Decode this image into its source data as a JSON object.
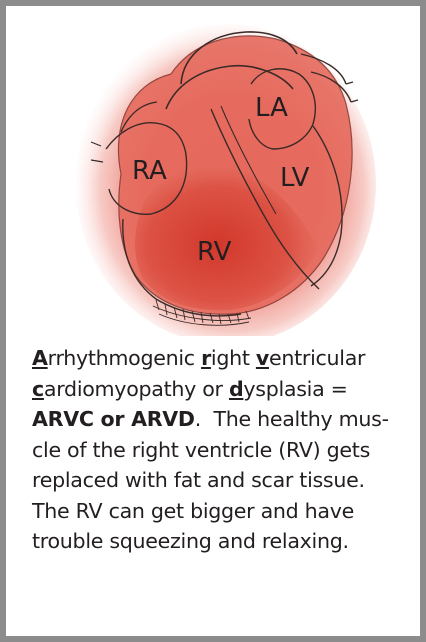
{
  "heart_labels": {
    "la": "LA",
    "ra": "RA",
    "lv": "LV",
    "rv": "RV"
  },
  "caption": {
    "line1": {
      "a_letter": "A",
      "a_rest": "rrhythmogenic ",
      "r_letter": "r",
      "r_rest": "ight ",
      "v_letter": "v",
      "v_rest": "entricular"
    },
    "line2": {
      "c_letter": "c",
      "c_rest": "ardiomyopathy or ",
      "d_letter": "d",
      "d_rest": "ysplasia ="
    },
    "line3": {
      "acronym": "ARVC or ARVD",
      "rest": ".  The healthy mus-"
    },
    "line4": "cle of the right ventricle (RV) gets",
    "line5": "replaced with fat and scar tissue.",
    "line6": "The RV can get bigger and have",
    "line7": "trouble squeezing and relaxing."
  },
  "colors": {
    "border": "#8c8c8c",
    "heart_base": "#e8776a",
    "heart_dark": "#d94a3c",
    "outline": "#3a2a28",
    "text": "#231f20"
  }
}
